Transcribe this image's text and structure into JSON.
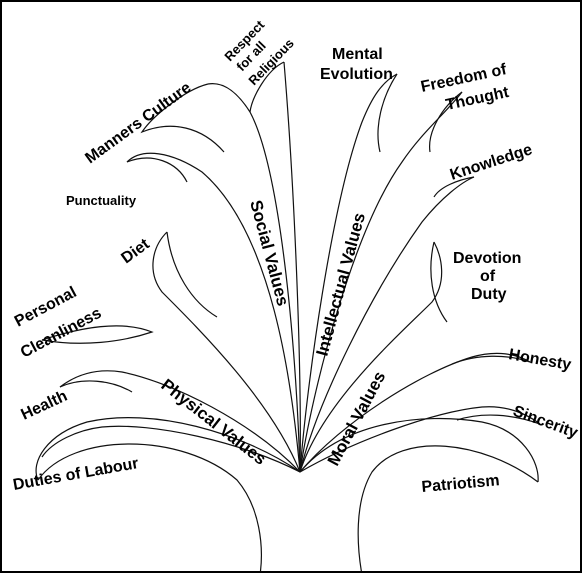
{
  "diagram": {
    "branches": {
      "social": "Social Values",
      "intellectual": "Intellectual Values",
      "physical": "Physical Values",
      "moral": "Moral Values"
    },
    "leaves": {
      "manners_culture": "Manners Culture",
      "respect_line1": "Respect",
      "respect_line2": "for all",
      "respect_line3": "Religious",
      "mental_line1": "Mental",
      "mental_line2": "Evolution",
      "freedom_line1": "Freedom of",
      "freedom_line2": "Thought",
      "knowledge": "Knowledge",
      "punctuality": "Punctuality",
      "diet": "Diet",
      "personal": "Personal",
      "cleanliness": "Cleanliness",
      "health": "Health",
      "duties_of_labour": "Duties of Labour",
      "devotion_line1": "Devotion",
      "devotion_line2": "of",
      "devotion_line3": "Duty",
      "honesty": "Honesty",
      "sincerity": "Sincerity",
      "patriotism": "Patriotism"
    }
  }
}
